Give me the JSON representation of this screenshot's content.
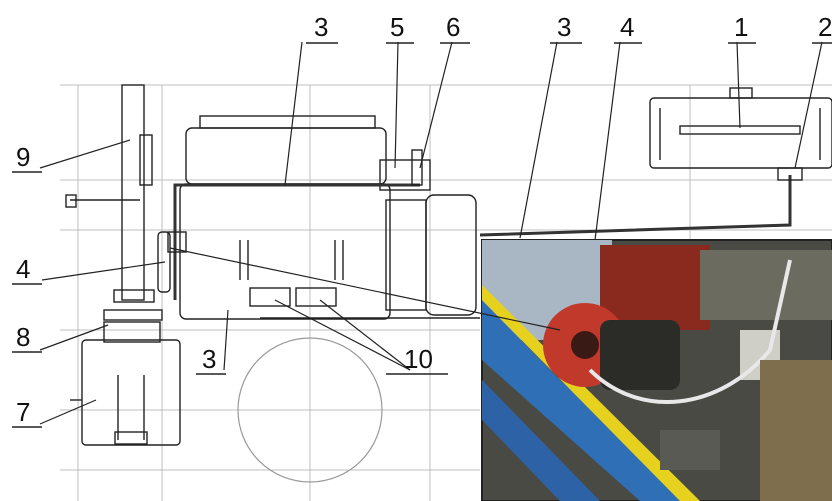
{
  "labels": {
    "l1": "1",
    "l2": "2",
    "l3a": "3",
    "l3b": "3",
    "l3c": "3",
    "l4a": "4",
    "l4b": "4",
    "l5": "5",
    "l6": "6",
    "l7": "7",
    "l8": "8",
    "l9": "9",
    "l10": "10"
  },
  "colors": {
    "line": "#222222",
    "guide": "#bfbfbf",
    "yellow": "#e6d11e",
    "blue": "#2f6fb6",
    "red": "#c0392b"
  }
}
